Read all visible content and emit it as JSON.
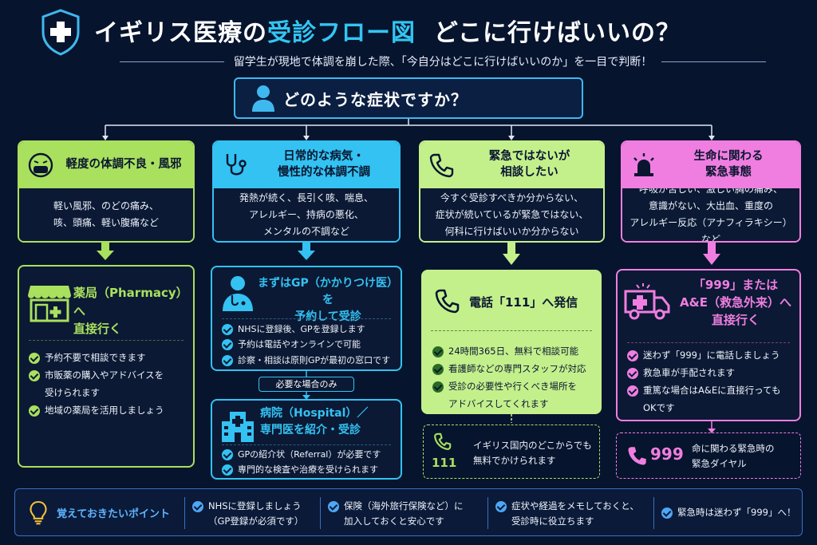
{
  "header": {
    "title_pre": "イギリス医療の",
    "title_highlight": "受診フロー図",
    "title_post": "どこに行けばいいの？",
    "subtitle": "留学生が現地で体調を崩した際、「今自分はどこに行けばいいのか」を一目で判断！"
  },
  "question": {
    "text": "どのような症状ですか？",
    "icon": "person-icon"
  },
  "colors": {
    "green": "#a9e05e",
    "blue": "#33c2f2",
    "lightgreen": "#c4f08c",
    "pink": "#f07ee0",
    "background": "#07142e"
  },
  "categories": [
    {
      "title": "軽度の体調不良・風邪",
      "icon": "sick-face-mask-icon",
      "desc": "軽い風邪、のどの痛み、\n咳、頭痛、軽い腹痛など"
    },
    {
      "title": "日常的な病気・\n慢性的な体調不調",
      "icon": "stethoscope-icon",
      "desc": "発熱が続く、長引く咳、喘息、\nアレルギー、持病の悪化、\nメンタルの不調など"
    },
    {
      "title": "緊急ではないが\n相談したい",
      "icon": "phone-icon",
      "desc": "今すぐ受診すべきか分からない、\n症状が続いているが緊急ではない、\n何科に行けばいいか分からない"
    },
    {
      "title": "生命に関わる\n緊急事態",
      "icon": "siren-icon",
      "desc": "呼吸が苦しい、激しい胸の痛み、\n意識がない、大出血、重度の\nアレルギー反応（アナフィラキシー）など"
    }
  ],
  "actions": {
    "pharmacy": {
      "title": "薬局（Pharmacy）へ\n直接行く",
      "icon": "pharmacy-store-icon",
      "bullets": [
        "予約不要で相談できます",
        "市販薬の購入やアドバイスを\n受けられます",
        "地域の薬局を活用しましょう"
      ]
    },
    "gp": {
      "title": "まずはGP（かかりつけ医）を\n予約して受診",
      "icon": "doctor-icon",
      "bullets": [
        "NHSに登録後、GPを登録します",
        "予約は電話やオンラインで可能",
        "診察・相談は原則GPが最初の窓口です"
      ]
    },
    "gp_note": "必要な場合のみ",
    "hospital": {
      "title": "病院（Hospital）／\n専門医を紹介・受診",
      "icon": "hospital-icon",
      "bullets": [
        "GPの紹介状（Referral）が必要です",
        "専門的な検査や治療を受けられます"
      ]
    },
    "call111": {
      "title": "電話「111」へ発信",
      "icon": "phone-icon",
      "bullets": [
        "24時間365日、無料で相談可能",
        "看護師などの専門スタッフが対応",
        "受診の必要性や行くべき場所を\nアドバイスしてくれます"
      ]
    },
    "note111": {
      "number": "111",
      "text": "イギリス国内のどこからでも\n無料でかけられます",
      "icon": "phone-icon"
    },
    "emergency": {
      "title": "「999」または\nA&E（救急外来）へ\n直接行く",
      "icon": "ambulance-icon",
      "bullets": [
        "迷わず「999」に電話しましょう",
        "救急車が手配されます",
        "重篤な場合はA&Eに直接行っても\nOKです"
      ]
    },
    "note999": {
      "number": "999",
      "text": "命に関わる緊急時の\n緊急ダイヤル",
      "icon": "phone-icon"
    }
  },
  "tips": {
    "label": "覚えておきたいポイント",
    "icon": "lightbulb-icon",
    "items": [
      "NHSに登録しましょう\n（GP登録が必須です）",
      "保険（海外旅行保険など）に\n加入しておくと安心です",
      "症状や経過をメモしておくと、\n受診時に役立ちます",
      "緊急時は迷わず「999」へ！"
    ]
  }
}
